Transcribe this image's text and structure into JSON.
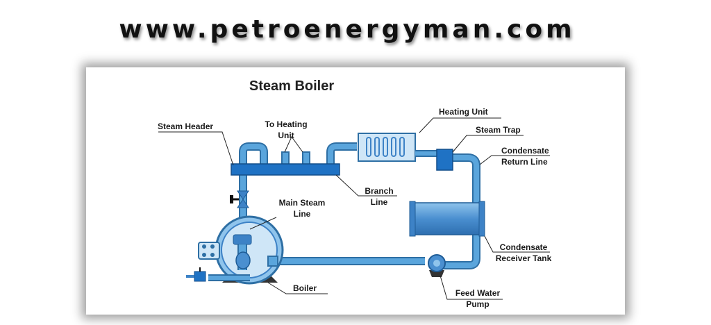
{
  "header": {
    "url": "www.petroenergyman.com"
  },
  "diagram": {
    "title": "Steam Boiler",
    "labels": {
      "steam_header": "Steam Header",
      "to_heating_unit_1": "To Heating",
      "to_heating_unit_2": "Unit",
      "heating_unit": "Heating Unit",
      "steam_trap": "Steam Trap",
      "condensate_return_1": "Condensate",
      "condensate_return_2": "Return Line",
      "branch_line_1": "Branch",
      "branch_line_2": "Line",
      "main_steam_line_1": "Main Steam",
      "main_steam_line_2": "Line",
      "condensate_receiver_1": "Condensate",
      "condensate_receiver_2": "Receiver Tank",
      "boiler": "Boiler",
      "feed_water_pump_1": "Feed Water",
      "feed_water_pump_2": "Pump"
    },
    "colors": {
      "pipe": "#5aa5dc",
      "pipe_outline": "#2e6fa4",
      "header_bar": "#1f72c4",
      "component_fill": "#6fb0e4",
      "component_dark": "#3d82c6",
      "light_fill": "#cfe6f7",
      "leader_line": "#222222"
    }
  }
}
